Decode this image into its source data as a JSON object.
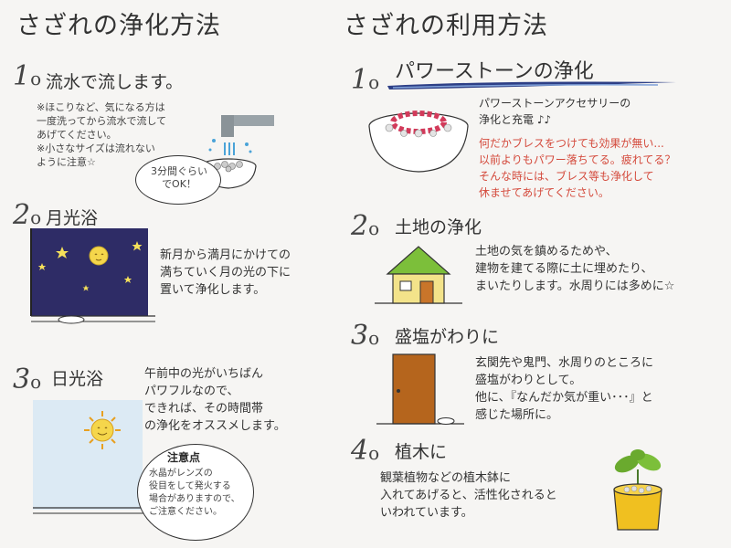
{
  "left": {
    "title": "さざれの浄化方法",
    "s1": {
      "num": "1",
      "heading": "流水で流します。",
      "note": "※ほこりなど、気になる方は\n一度洗ってから流水で流して\nあげてください。\n※小さなサイズは流れない\nように注意☆",
      "bubble": "3分間ぐらい\nでOK！"
    },
    "s2": {
      "num": "2",
      "heading": "月光浴",
      "text": "新月から満月にかけての\n満ちていく月の光の下に\n置いて浄化します。"
    },
    "s3": {
      "num": "3",
      "heading": "日光浴",
      "text": "午前中の光がいちばん\nパワフルなので、\nできれば、その時間帯\nの浄化をオススメします。",
      "caution_title": "注意点",
      "caution_text": "水晶がレンズの\n役目をして発火する\n場合がありますので、\nご注意ください。"
    }
  },
  "right": {
    "title": "さざれの利用方法",
    "s1": {
      "num": "1",
      "heading": "パワーストーンの浄化",
      "text_black": "パワーストーンアクセサリーの\n浄化と充電 ♪♪",
      "text_red": "何だかブレスをつけても効果が無い...\n以前よりもパワー落ちてる。疲れてる？\nそんな時には、ブレス等も浄化して\n休ませてあげてください。"
    },
    "s2": {
      "num": "2",
      "heading": "土地の浄化",
      "text": "土地の気を鎮めるためや、\n建物を建てる際に土に埋めたり、\nまいたりします。水周りには多めに☆"
    },
    "s3": {
      "num": "3",
      "heading": "盛塩がわりに",
      "text": "玄関先や鬼門、水周りのところに\n盛塩がわりとして。\n他に、『なんだか気が重い･･･』と\n感じた場所に。"
    },
    "s4": {
      "num": "4",
      "heading": "植木に",
      "text": "観葉植物などの植木鉢に\n入れてあげると、活性化されると\nいわれています。"
    }
  },
  "colors": {
    "night": "#2e2c66",
    "sky": "#dceaf4",
    "brush": "#2d3f86",
    "red_text": "#d44a3c",
    "door": "#b5651d",
    "roof": "#7cbf3a"
  }
}
